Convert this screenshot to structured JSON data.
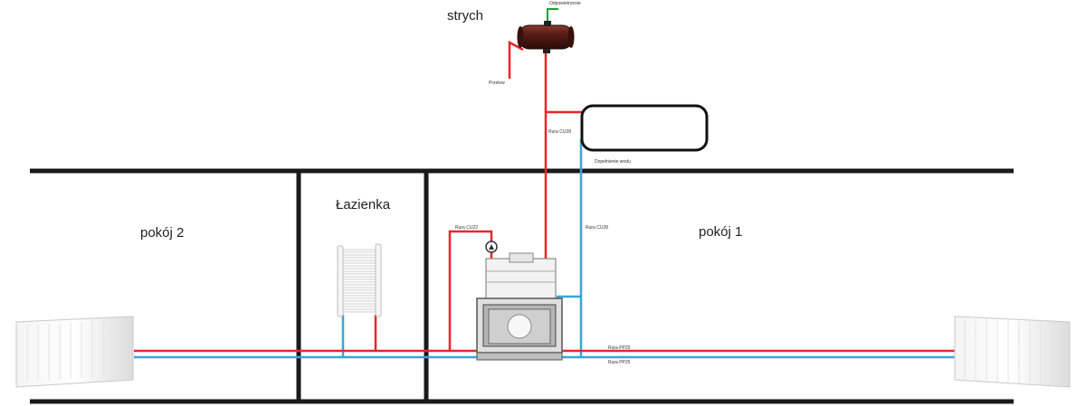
{
  "rooms": {
    "attic": "strych",
    "bathroom": "Łazienka",
    "room2": "pokój 2",
    "room1": "pokój 1"
  },
  "labels": {
    "vent": "Odpowietrzenie",
    "overflow": "Przelew",
    "pipe_cu28_top": "Rura CU28",
    "water_fill": "Dopełnienie wodu",
    "pipe_cu22": "Rura CU22",
    "pipe_cu28_right": "Rura CU28",
    "pipe_pp25_upper": "Rura PP25",
    "pipe_pp25_lower": "Rura PP25"
  },
  "colors": {
    "supply": "#e8262a",
    "return": "#3aa4dc",
    "vent": "#1e9e3a",
    "wall": "#1a1a1a",
    "tank": "#4a1812"
  }
}
